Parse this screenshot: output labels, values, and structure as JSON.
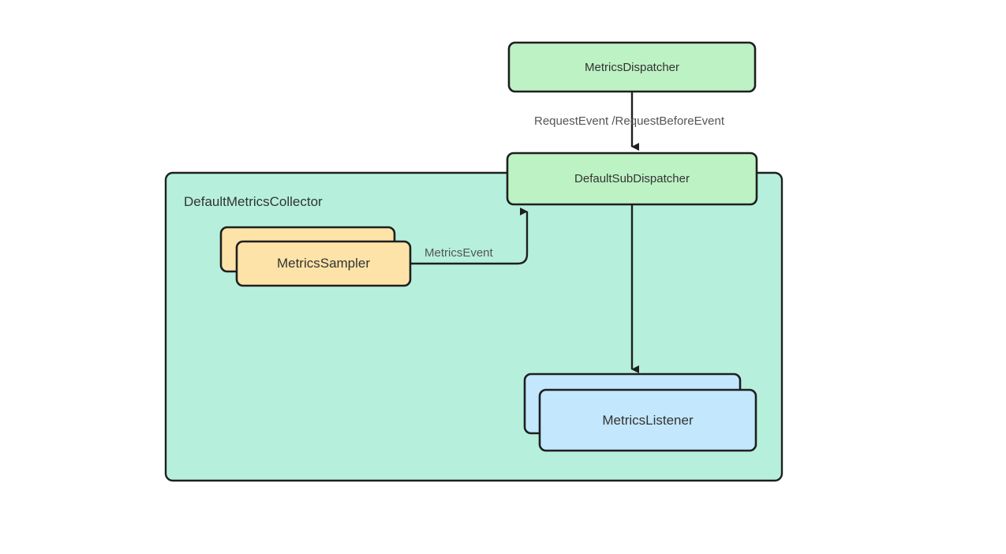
{
  "diagram": {
    "type": "flowchart",
    "background": "#ffffff",
    "colors": {
      "green_fill": "#bdf2c4",
      "green_stroke": "#1f1f1f",
      "cluster_fill": "#b6f0dd",
      "cluster_stroke": "#1f1f1f",
      "orange_fill": "#fde3a7",
      "orange_stroke": "#1f1f1f",
      "blue_fill": "#c3e7fc",
      "blue_stroke": "#1f1f1f",
      "edge_stroke": "#1f1f1f",
      "label_text": "#333333",
      "edge_label_text": "#555555"
    },
    "cluster": {
      "label": "DefaultMetricsCollector"
    },
    "nodes": [
      {
        "id": "metrics-dispatcher",
        "label": "MetricsDispatcher",
        "shape": "rounded-rect",
        "fill": "green"
      },
      {
        "id": "default-sub-dispatcher",
        "label": "DefaultSubDispatcher",
        "shape": "rounded-rect",
        "fill": "green"
      },
      {
        "id": "metrics-sampler",
        "label": "MetricsSampler",
        "shape": "stacked-rounded-rect",
        "fill": "orange"
      },
      {
        "id": "metrics-listener",
        "label": "MetricsListener",
        "shape": "stacked-rounded-rect",
        "fill": "blue"
      }
    ],
    "edges": [
      {
        "id": "dispatcher-to-subdispatcher",
        "from": "metrics-dispatcher",
        "to": "default-sub-dispatcher",
        "label": "RequestEvent /RequestBeforeEvent",
        "direction": "down"
      },
      {
        "id": "sampler-to-subdispatcher",
        "from": "metrics-sampler",
        "to": "default-sub-dispatcher",
        "label": "MetricsEvent",
        "direction": "up"
      },
      {
        "id": "subdispatcher-to-listener",
        "from": "default-sub-dispatcher",
        "to": "metrics-listener",
        "label": "",
        "direction": "down"
      }
    ]
  }
}
